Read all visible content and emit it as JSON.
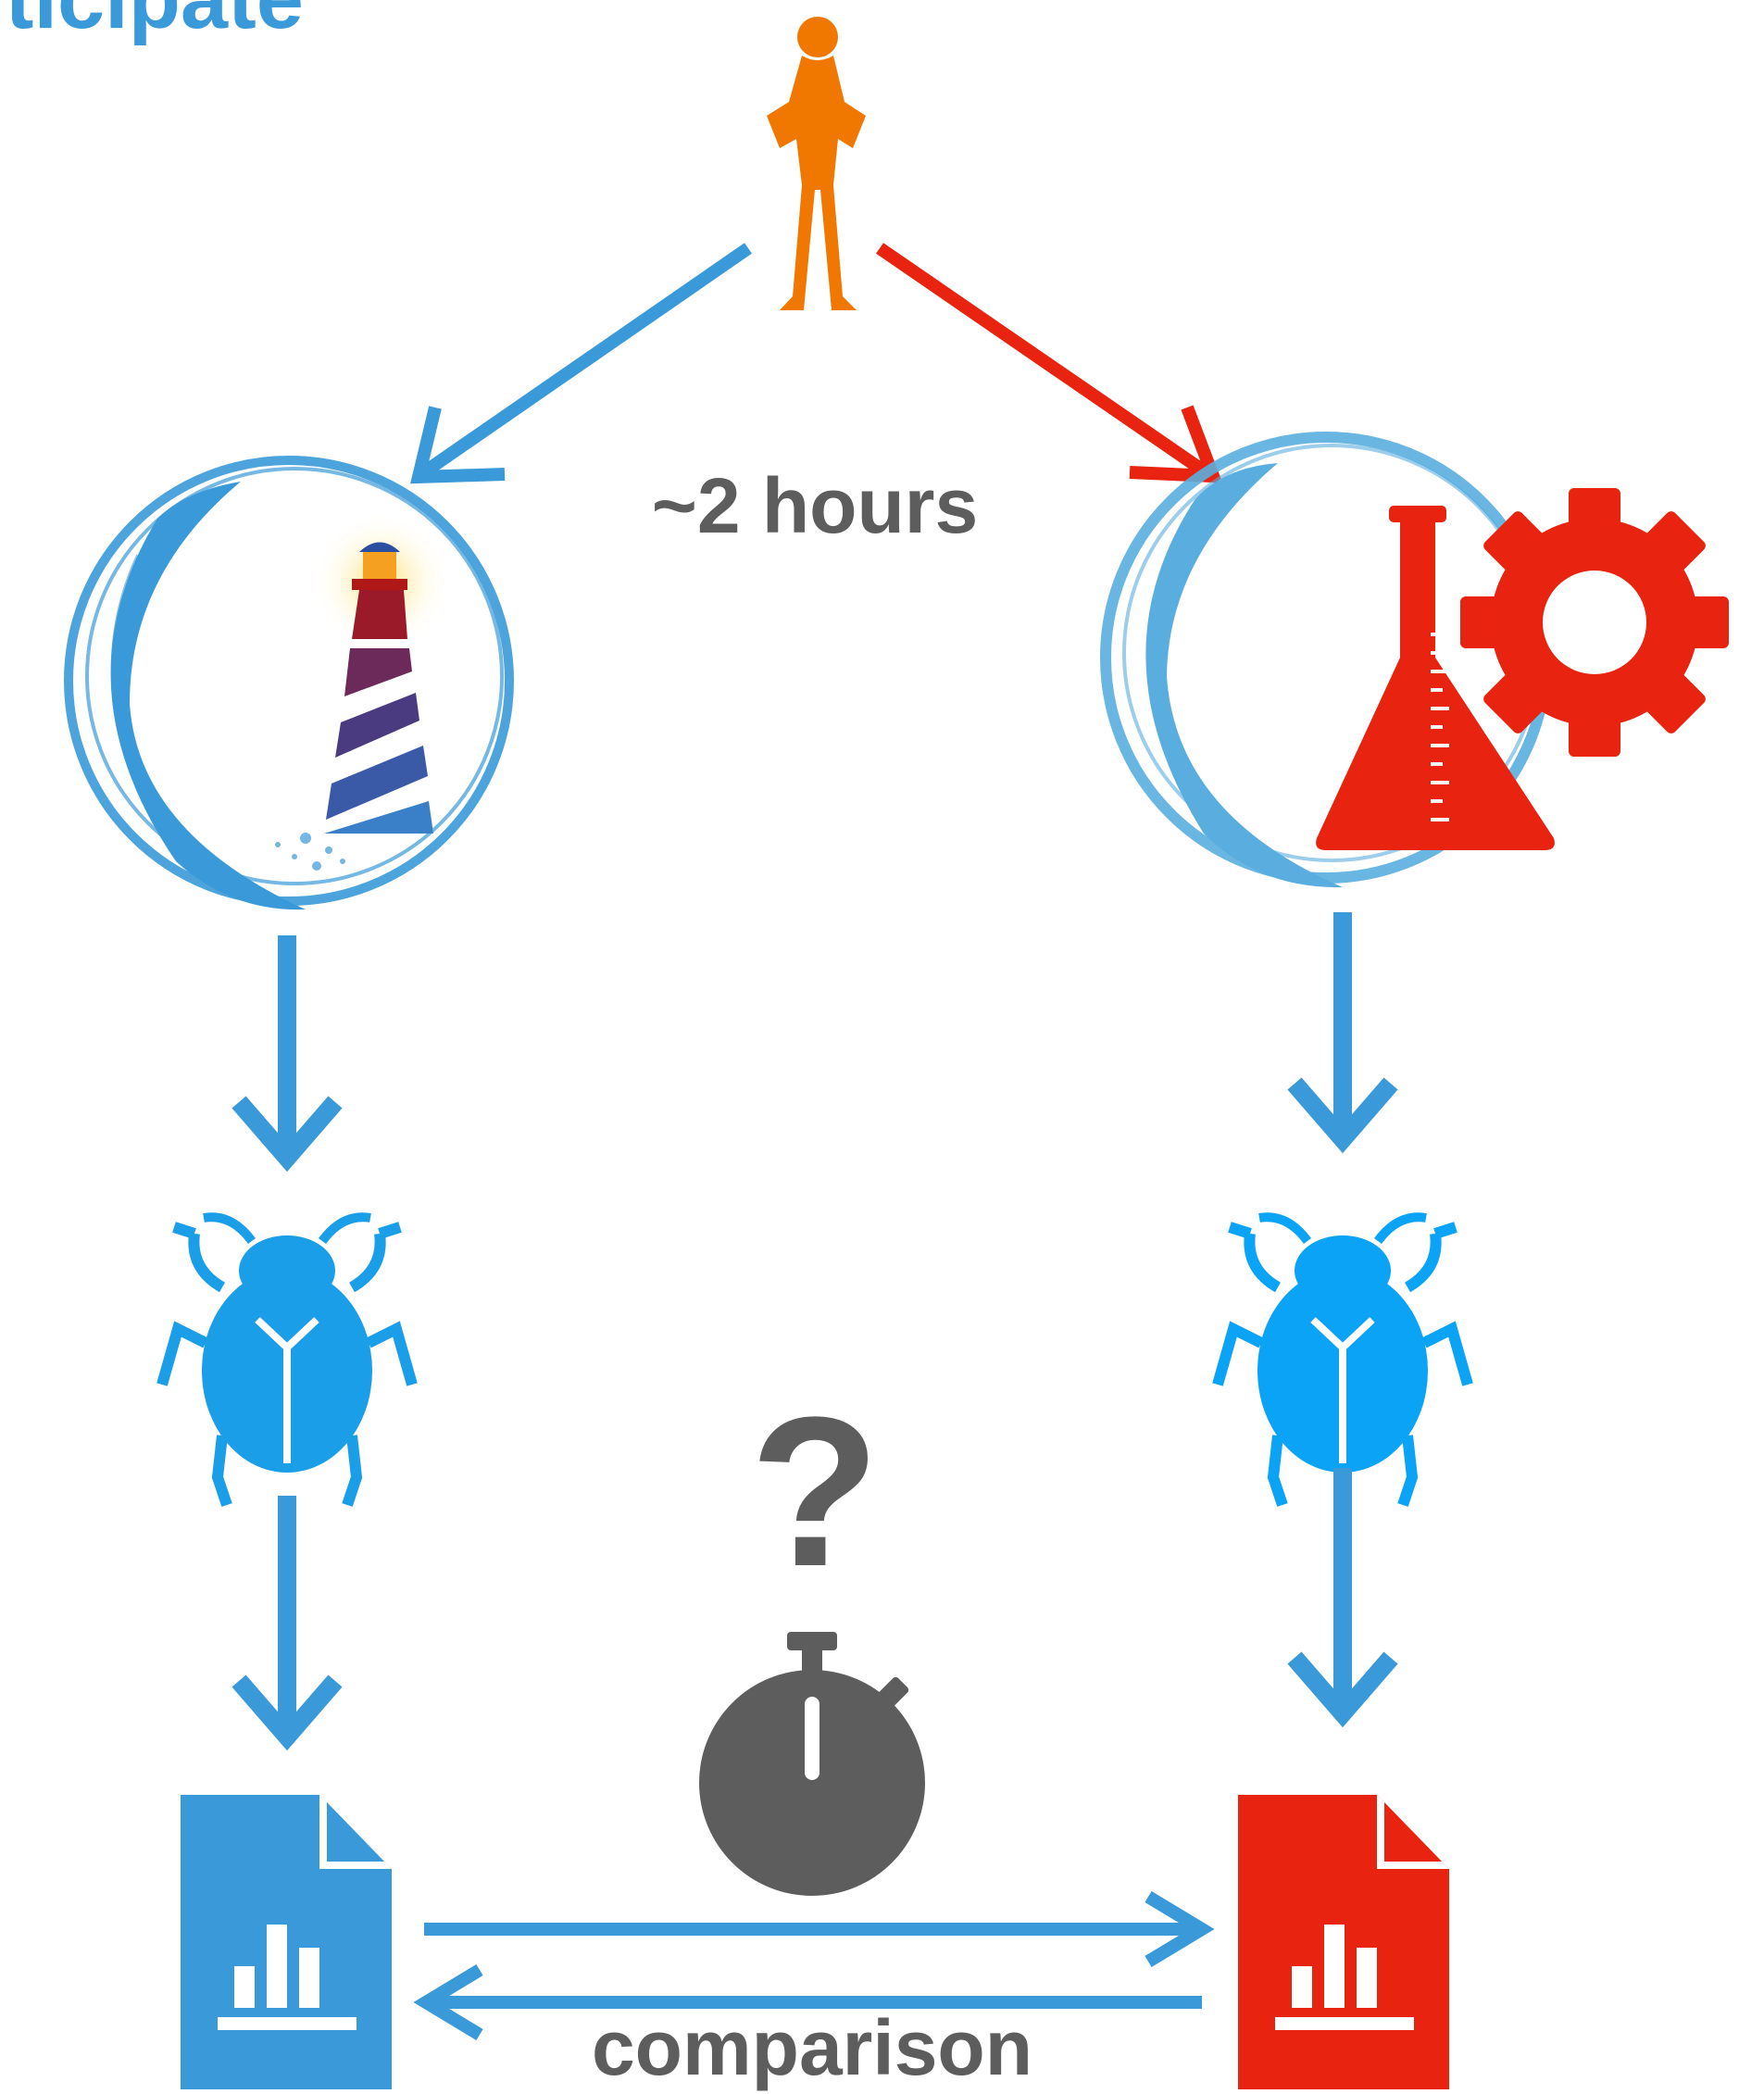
{
  "diagram": {
    "header_partial": "rticipate",
    "duration_label": "~2 hours",
    "question_mark": "?",
    "comparison_label": "comparison",
    "colors": {
      "blue": "#3a9ad9",
      "bright_blue": "#0aa3f5",
      "red": "#e8230f",
      "orange": "#f07800",
      "gray": "#5d5d5d"
    },
    "icons": [
      "participant-icon",
      "lighthouse-tool-icon",
      "experimental-tool-icon",
      "gear-icon",
      "bug-icon",
      "report-icon",
      "stopwatch-icon"
    ]
  }
}
